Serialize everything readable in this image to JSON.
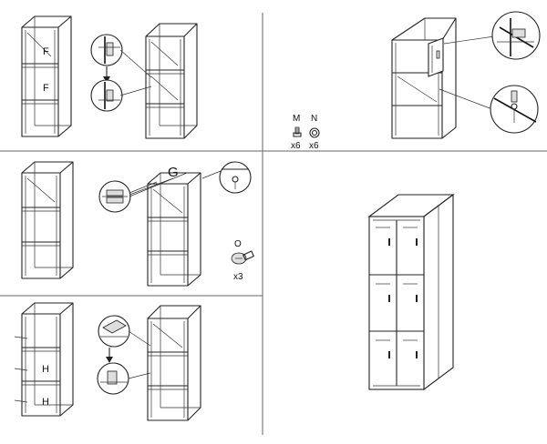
{
  "parts": {
    "G": {
      "letter": "G"
    },
    "M": {
      "letter": "M",
      "qty": "x6"
    },
    "N": {
      "letter": "N",
      "qty": "x6"
    },
    "O": {
      "letter": "O",
      "qty": "x3"
    }
  },
  "marks": {
    "F1": "F",
    "F2": "F",
    "H1": "H",
    "H2": "H"
  },
  "colors": {
    "line": "#222222",
    "background": "#ffffff",
    "divider": "#666666"
  }
}
